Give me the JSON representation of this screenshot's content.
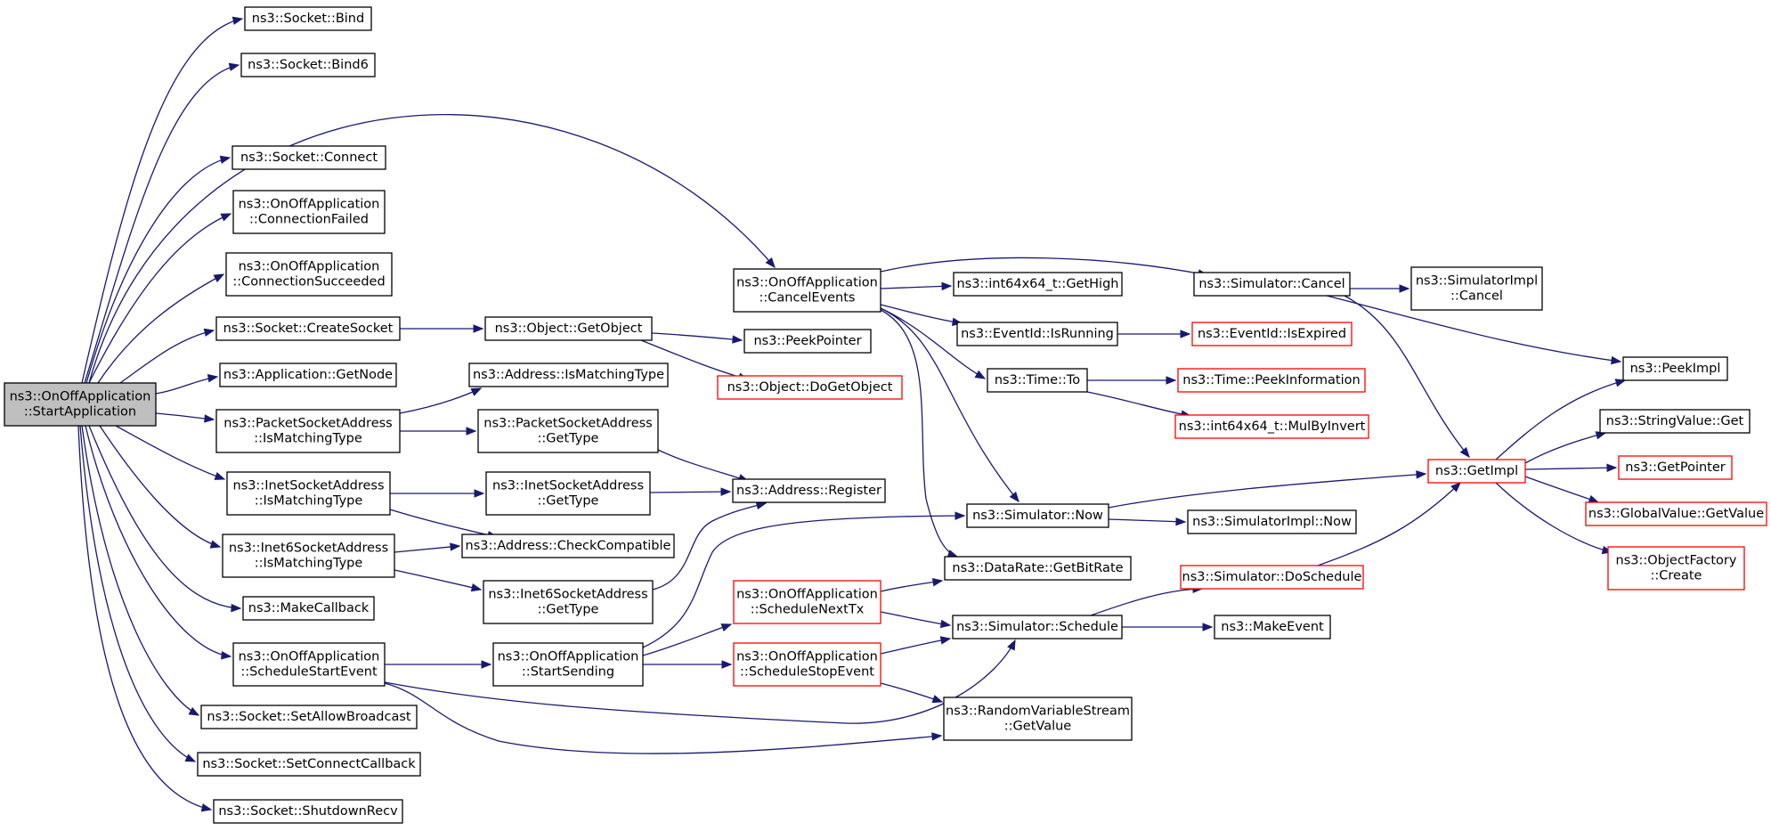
{
  "colors": {
    "edge": "#191970",
    "root_fill": "#bfbfbf",
    "node_fill": "#ffffff",
    "node_border": "#000000",
    "truncated_border": "#ff0000"
  },
  "nodes": [
    {
      "id": "start_app",
      "lines": [
        "ns3::OnOffApplication",
        "::StartApplication"
      ],
      "style": "root"
    },
    {
      "id": "bind",
      "lines": [
        "ns3::Socket::Bind"
      ],
      "style": "normal"
    },
    {
      "id": "bind6",
      "lines": [
        "ns3::Socket::Bind6"
      ],
      "style": "normal"
    },
    {
      "id": "connect",
      "lines": [
        "ns3::Socket::Connect"
      ],
      "style": "normal"
    },
    {
      "id": "conn_failed",
      "lines": [
        "ns3::OnOffApplication",
        "::ConnectionFailed"
      ],
      "style": "normal"
    },
    {
      "id": "conn_succeeded",
      "lines": [
        "ns3::OnOffApplication",
        "::ConnectionSucceeded"
      ],
      "style": "normal"
    },
    {
      "id": "create_socket",
      "lines": [
        "ns3::Socket::CreateSocket"
      ],
      "style": "normal"
    },
    {
      "id": "get_node",
      "lines": [
        "ns3::Application::GetNode"
      ],
      "style": "normal"
    },
    {
      "id": "psa_match",
      "lines": [
        "ns3::PacketSocketAddress",
        "::IsMatchingType"
      ],
      "style": "normal"
    },
    {
      "id": "isa_match",
      "lines": [
        "ns3::InetSocketAddress",
        "::IsMatchingType"
      ],
      "style": "normal"
    },
    {
      "id": "i6sa_match",
      "lines": [
        "ns3::Inet6SocketAddress",
        "::IsMatchingType"
      ],
      "style": "normal"
    },
    {
      "id": "make_callback",
      "lines": [
        "ns3::MakeCallback"
      ],
      "style": "normal"
    },
    {
      "id": "sched_start_event",
      "lines": [
        "ns3::OnOffApplication",
        "::ScheduleStartEvent"
      ],
      "style": "normal"
    },
    {
      "id": "set_allow_bcast",
      "lines": [
        "ns3::Socket::SetAllowBroadcast"
      ],
      "style": "normal"
    },
    {
      "id": "set_conn_cb",
      "lines": [
        "ns3::Socket::SetConnectCallback"
      ],
      "style": "normal"
    },
    {
      "id": "shutdown_recv",
      "lines": [
        "ns3::Socket::ShutdownRecv"
      ],
      "style": "normal"
    },
    {
      "id": "get_object",
      "lines": [
        "ns3::Object::GetObject"
      ],
      "style": "normal"
    },
    {
      "id": "addr_match",
      "lines": [
        "ns3::Address::IsMatchingType"
      ],
      "style": "normal"
    },
    {
      "id": "psa_gettype",
      "lines": [
        "ns3::PacketSocketAddress",
        "::GetType"
      ],
      "style": "normal"
    },
    {
      "id": "isa_gettype",
      "lines": [
        "ns3::InetSocketAddress",
        "::GetType"
      ],
      "style": "normal"
    },
    {
      "id": "check_compat",
      "lines": [
        "ns3::Address::CheckCompatible"
      ],
      "style": "normal"
    },
    {
      "id": "i6sa_gettype",
      "lines": [
        "ns3::Inet6SocketAddress",
        "::GetType"
      ],
      "style": "normal"
    },
    {
      "id": "start_sending",
      "lines": [
        "ns3::OnOffApplication",
        "::StartSending"
      ],
      "style": "normal"
    },
    {
      "id": "cancel_events",
      "lines": [
        "ns3::OnOffApplication",
        "::CancelEvents"
      ],
      "style": "normal"
    },
    {
      "id": "peek_pointer",
      "lines": [
        "ns3::PeekPointer"
      ],
      "style": "normal"
    },
    {
      "id": "do_get_object",
      "lines": [
        "ns3::Object::DoGetObject"
      ],
      "style": "truncated"
    },
    {
      "id": "addr_register",
      "lines": [
        "ns3::Address::Register"
      ],
      "style": "normal"
    },
    {
      "id": "sched_next_tx",
      "lines": [
        "ns3::OnOffApplication",
        "::ScheduleNextTx"
      ],
      "style": "truncated"
    },
    {
      "id": "sched_stop_event",
      "lines": [
        "ns3::OnOffApplication",
        "::ScheduleStopEvent"
      ],
      "style": "truncated"
    },
    {
      "id": "get_high",
      "lines": [
        "ns3::int64x64_t::GetHigh"
      ],
      "style": "normal"
    },
    {
      "id": "is_running",
      "lines": [
        "ns3::EventId::IsRunning"
      ],
      "style": "normal"
    },
    {
      "id": "time_to",
      "lines": [
        "ns3::Time::To"
      ],
      "style": "normal"
    },
    {
      "id": "sim_now",
      "lines": [
        "ns3::Simulator::Now"
      ],
      "style": "normal"
    },
    {
      "id": "get_bitrate",
      "lines": [
        "ns3::DataRate::GetBitRate"
      ],
      "style": "normal"
    },
    {
      "id": "sim_schedule",
      "lines": [
        "ns3::Simulator::Schedule"
      ],
      "style": "normal"
    },
    {
      "id": "rvs_getvalue",
      "lines": [
        "ns3::RandomVariableStream",
        "::GetValue"
      ],
      "style": "normal"
    },
    {
      "id": "sim_cancel",
      "lines": [
        "ns3::Simulator::Cancel"
      ],
      "style": "normal"
    },
    {
      "id": "is_expired",
      "lines": [
        "ns3::EventId::IsExpired"
      ],
      "style": "truncated"
    },
    {
      "id": "peek_info",
      "lines": [
        "ns3::Time::PeekInformation"
      ],
      "style": "truncated"
    },
    {
      "id": "mul_by_invert",
      "lines": [
        "ns3::int64x64_t::MulByInvert"
      ],
      "style": "truncated"
    },
    {
      "id": "simimpl_now",
      "lines": [
        "ns3::SimulatorImpl::Now"
      ],
      "style": "normal"
    },
    {
      "id": "sim_do_schedule",
      "lines": [
        "ns3::Simulator::DoSchedule"
      ],
      "style": "truncated"
    },
    {
      "id": "make_event",
      "lines": [
        "ns3::MakeEvent"
      ],
      "style": "normal"
    },
    {
      "id": "simimpl_cancel",
      "lines": [
        "ns3::SimulatorImpl",
        "::Cancel"
      ],
      "style": "normal"
    },
    {
      "id": "get_impl",
      "lines": [
        "ns3::GetImpl"
      ],
      "style": "truncated"
    },
    {
      "id": "peek_impl",
      "lines": [
        "ns3::PeekImpl"
      ],
      "style": "normal"
    },
    {
      "id": "string_get",
      "lines": [
        "ns3::StringValue::Get"
      ],
      "style": "normal"
    },
    {
      "id": "get_pointer",
      "lines": [
        "ns3::GetPointer"
      ],
      "style": "truncated"
    },
    {
      "id": "global_get",
      "lines": [
        "ns3::GlobalValue::GetValue"
      ],
      "style": "truncated"
    },
    {
      "id": "obj_factory_create",
      "lines": [
        "ns3::ObjectFactory",
        "::Create"
      ],
      "style": "truncated"
    }
  ],
  "edges": [
    [
      "start_app",
      "bind"
    ],
    [
      "start_app",
      "bind6"
    ],
    [
      "start_app",
      "connect"
    ],
    [
      "start_app",
      "conn_failed"
    ],
    [
      "start_app",
      "conn_succeeded"
    ],
    [
      "start_app",
      "create_socket"
    ],
    [
      "start_app",
      "get_node"
    ],
    [
      "start_app",
      "psa_match"
    ],
    [
      "start_app",
      "isa_match"
    ],
    [
      "start_app",
      "i6sa_match"
    ],
    [
      "start_app",
      "make_callback"
    ],
    [
      "start_app",
      "sched_start_event"
    ],
    [
      "start_app",
      "set_allow_bcast"
    ],
    [
      "start_app",
      "set_conn_cb"
    ],
    [
      "start_app",
      "shutdown_recv"
    ],
    [
      "start_app",
      "cancel_events"
    ],
    [
      "create_socket",
      "get_object"
    ],
    [
      "psa_match",
      "addr_match"
    ],
    [
      "psa_match",
      "psa_gettype"
    ],
    [
      "isa_match",
      "isa_gettype"
    ],
    [
      "isa_match",
      "check_compat"
    ],
    [
      "i6sa_match",
      "check_compat"
    ],
    [
      "i6sa_match",
      "i6sa_gettype"
    ],
    [
      "sched_start_event",
      "start_sending"
    ],
    [
      "sched_start_event",
      "sim_schedule"
    ],
    [
      "sched_start_event",
      "rvs_getvalue"
    ],
    [
      "get_object",
      "peek_pointer"
    ],
    [
      "get_object",
      "do_get_object"
    ],
    [
      "psa_gettype",
      "addr_register"
    ],
    [
      "isa_gettype",
      "addr_register"
    ],
    [
      "i6sa_gettype",
      "addr_register"
    ],
    [
      "start_sending",
      "sim_now"
    ],
    [
      "start_sending",
      "sched_next_tx"
    ],
    [
      "start_sending",
      "sched_stop_event"
    ],
    [
      "cancel_events",
      "get_high"
    ],
    [
      "cancel_events",
      "is_running"
    ],
    [
      "cancel_events",
      "time_to"
    ],
    [
      "cancel_events",
      "sim_now"
    ],
    [
      "cancel_events",
      "get_bitrate"
    ],
    [
      "cancel_events",
      "sim_cancel"
    ],
    [
      "sched_next_tx",
      "get_bitrate"
    ],
    [
      "sched_next_tx",
      "sim_schedule"
    ],
    [
      "sched_stop_event",
      "sim_schedule"
    ],
    [
      "sched_stop_event",
      "rvs_getvalue"
    ],
    [
      "is_running",
      "is_expired"
    ],
    [
      "time_to",
      "peek_info"
    ],
    [
      "time_to",
      "mul_by_invert"
    ],
    [
      "sim_now",
      "simimpl_now"
    ],
    [
      "sim_now",
      "get_impl"
    ],
    [
      "sim_schedule",
      "sim_do_schedule"
    ],
    [
      "sim_schedule",
      "make_event"
    ],
    [
      "sim_cancel",
      "simimpl_cancel"
    ],
    [
      "sim_cancel",
      "get_impl"
    ],
    [
      "sim_cancel",
      "peek_impl"
    ],
    [
      "sim_do_schedule",
      "get_impl"
    ],
    [
      "get_impl",
      "peek_impl"
    ],
    [
      "get_impl",
      "string_get"
    ],
    [
      "get_impl",
      "get_pointer"
    ],
    [
      "get_impl",
      "global_get"
    ],
    [
      "get_impl",
      "obj_factory_create"
    ]
  ]
}
